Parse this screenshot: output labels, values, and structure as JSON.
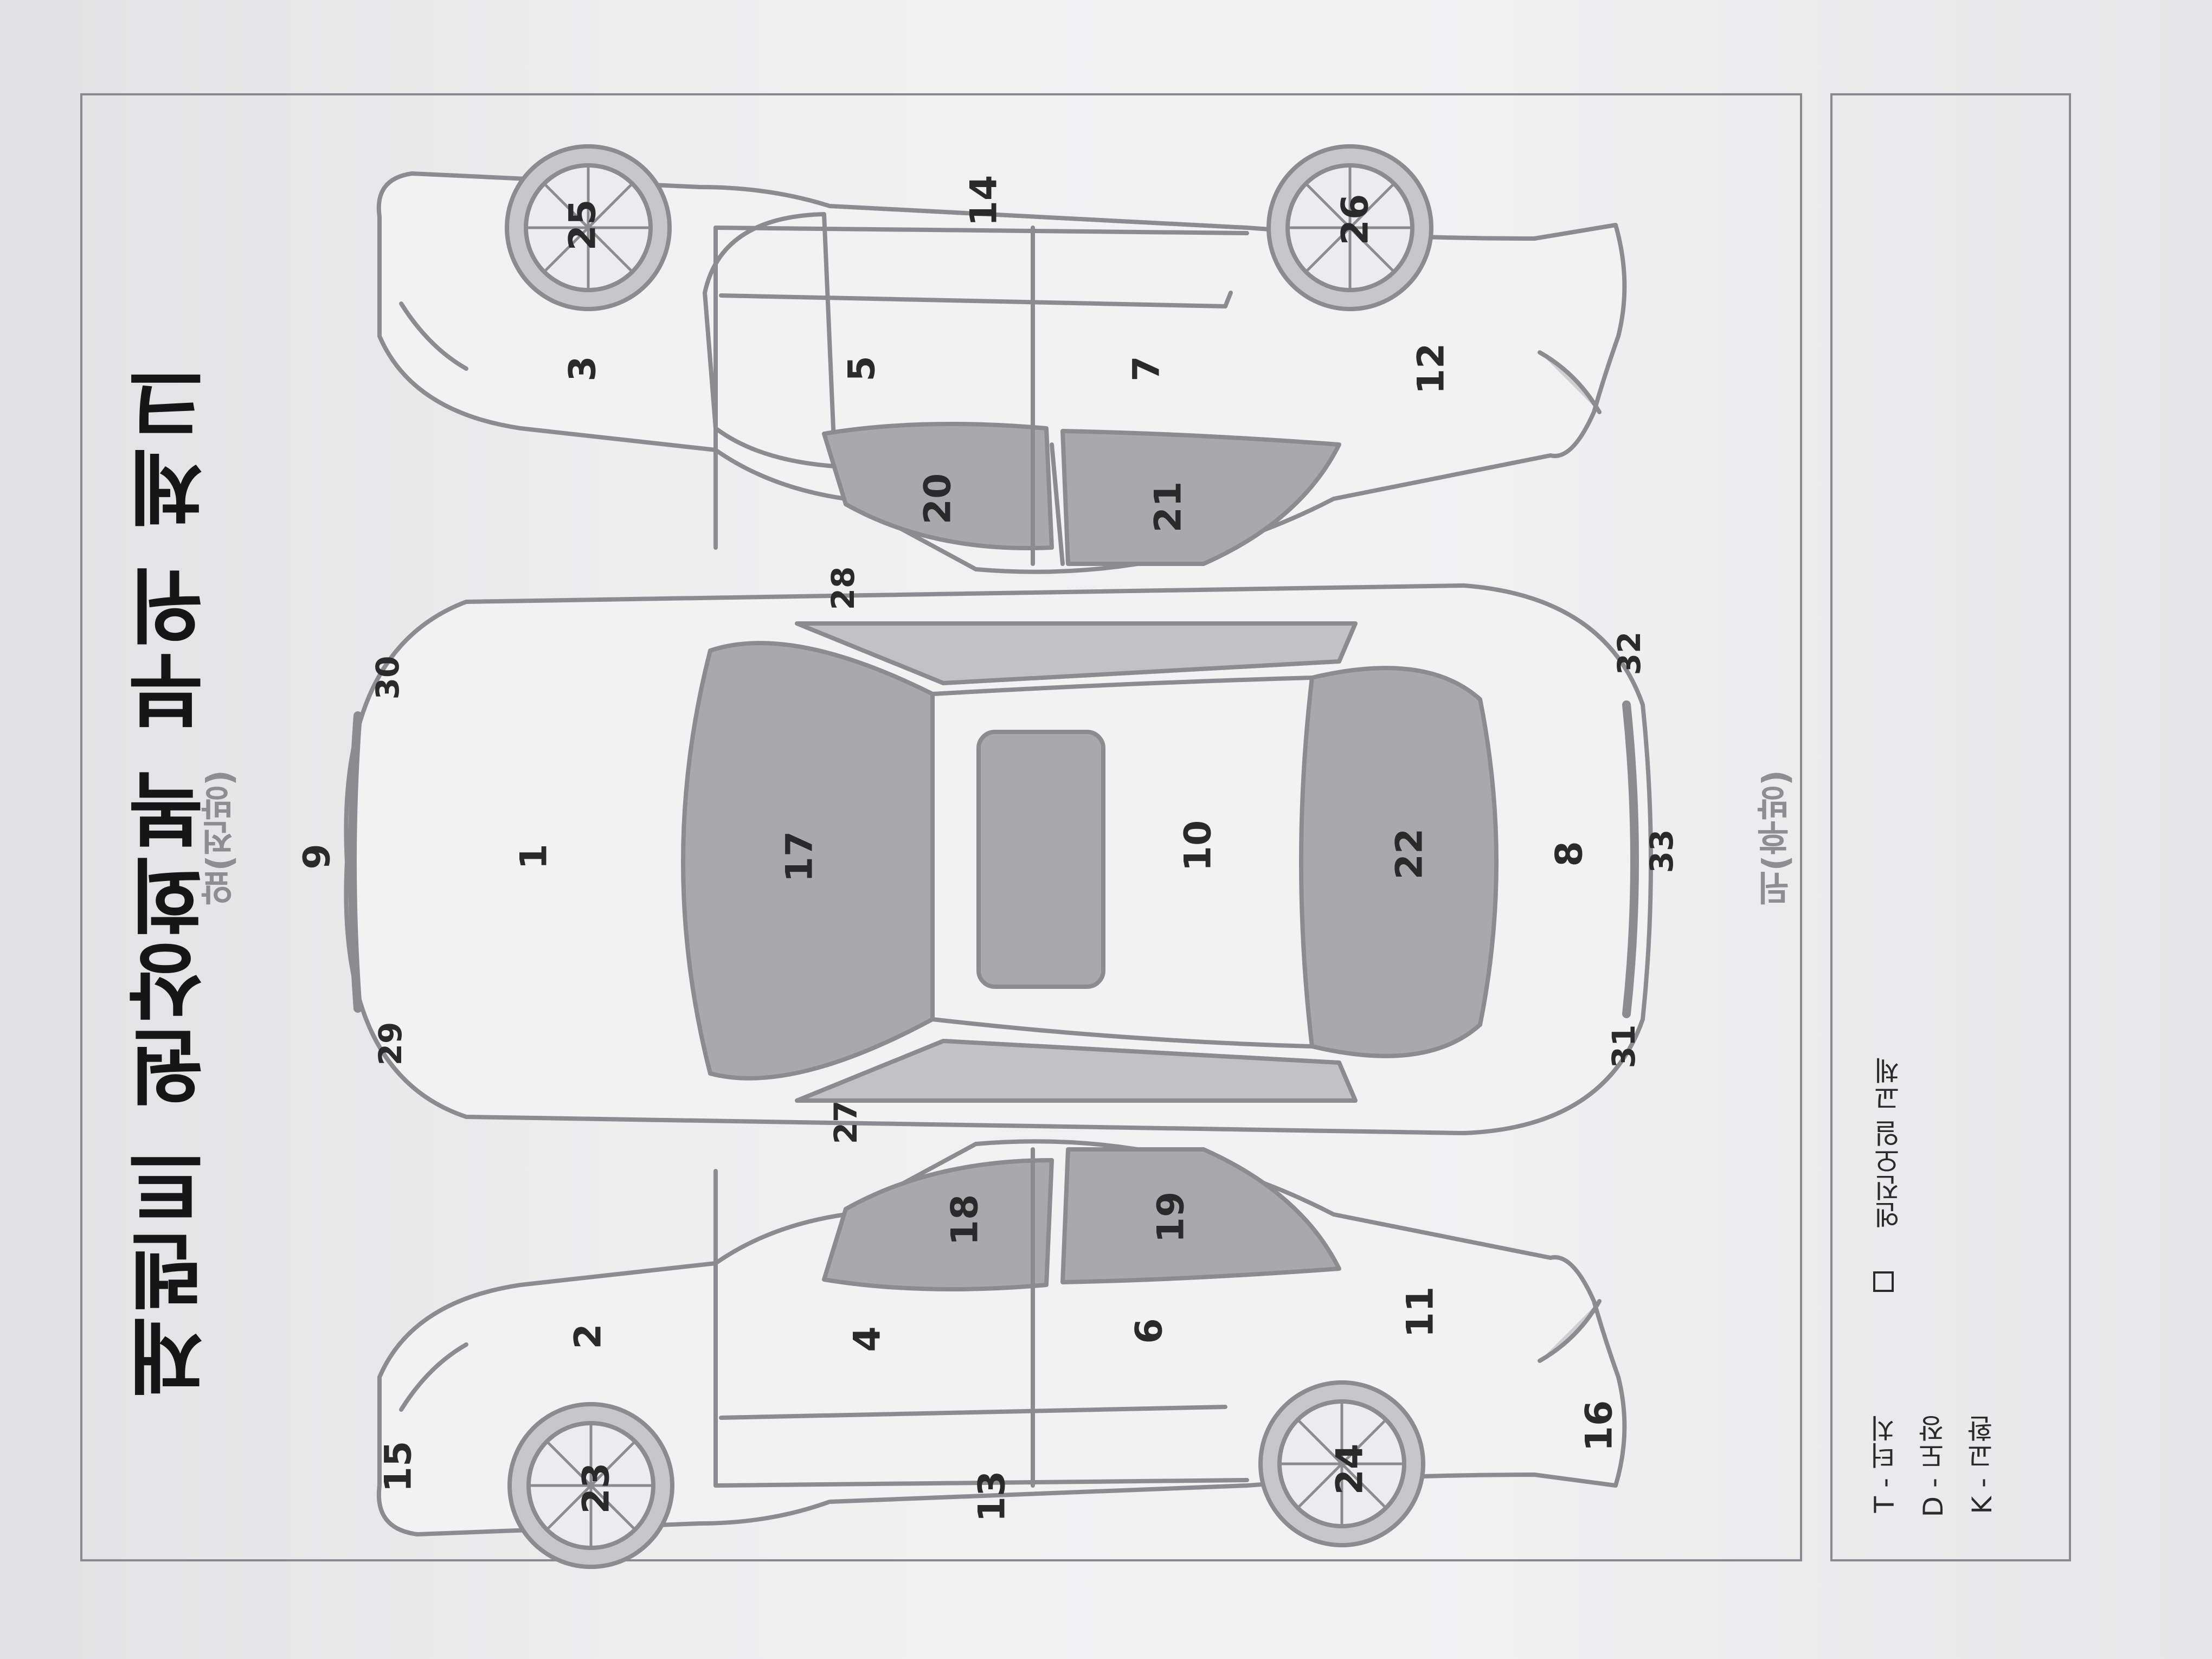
{
  "document": {
    "title": "재렌트 원상회복 부위 체크",
    "front_label": "앞(전방)",
    "rear_label": "뒤(후방)"
  },
  "part_numbers": [
    "1",
    "2",
    "3",
    "4",
    "5",
    "6",
    "7",
    "8",
    "9",
    "10",
    "11",
    "12",
    "13",
    "14",
    "15",
    "16",
    "17",
    "18",
    "19",
    "20",
    "21",
    "22",
    "23",
    "24",
    "25",
    "26",
    "27",
    "28",
    "29",
    "30",
    "31",
    "32",
    "33"
  ],
  "legend": {
    "items": [
      "T - 터치",
      "D - 도장",
      "K - 교환"
    ],
    "checkbox_label": "엔진오일 교체"
  },
  "colors": {
    "line": "#8c8c90",
    "glass": "#a9a9ad",
    "body": "#f2f2f3",
    "text": "#161616"
  }
}
